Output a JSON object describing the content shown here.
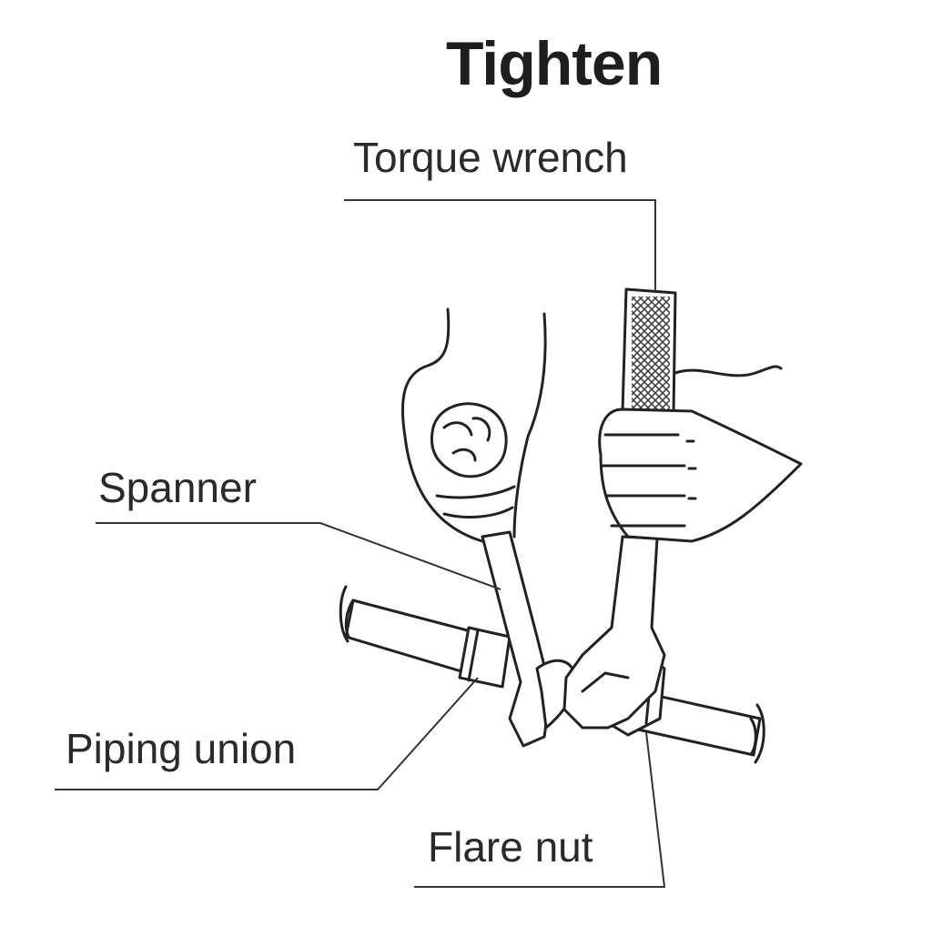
{
  "title": "Tighten",
  "labels": {
    "torque_wrench": "Torque wrench",
    "spanner": "Spanner",
    "piping_union": "Piping union",
    "flare_nut": "Flare nut"
  }
}
